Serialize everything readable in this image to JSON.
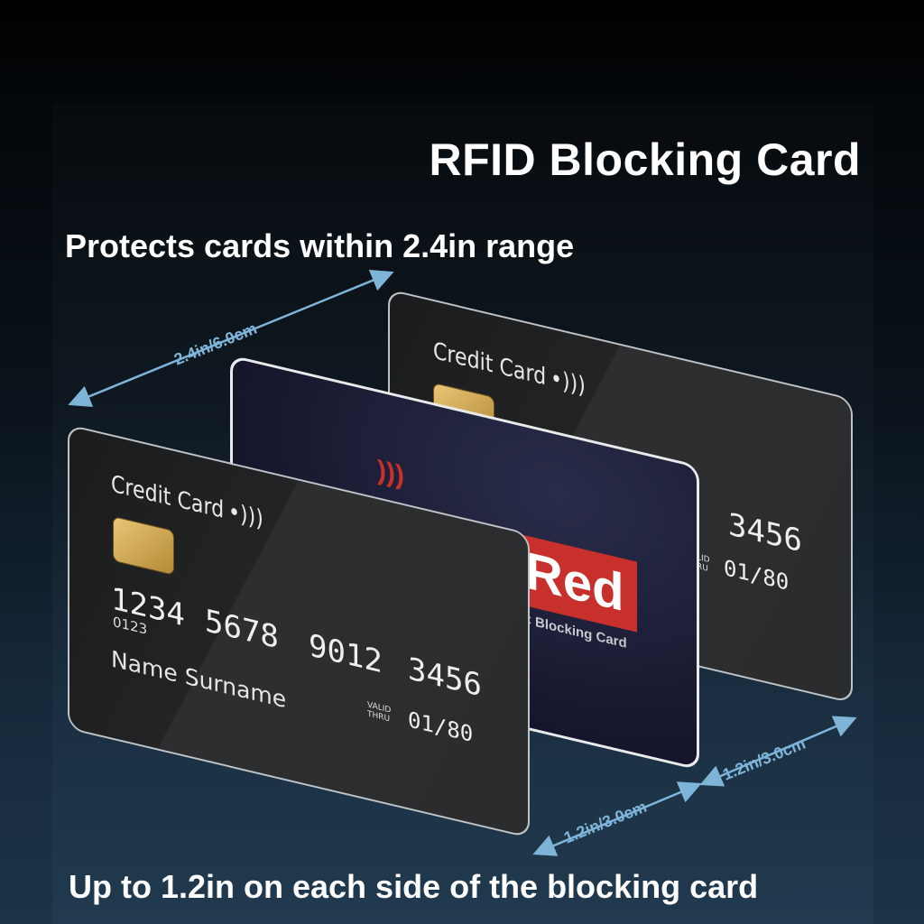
{
  "title": "RFID Blocking Card",
  "subtitle": "Protects cards within 2.4in range",
  "footer": "Up to 1.2in on each side of the blocking card",
  "dimensions": {
    "total": "2.4in/6.0cm",
    "left": "1.2in/3.0cm",
    "right": "1.2in/3.0cm"
  },
  "front_card": {
    "label": "Credit Card",
    "number": [
      "1234",
      "5678",
      "9012",
      "3456"
    ],
    "sub_number": "0123",
    "name": "Name Surname",
    "valid_label": "VALID THRU",
    "expiry": "01/80"
  },
  "middle_card": {
    "brand": "Red",
    "caption": "C Blocking Card"
  },
  "back_card": {
    "label": "Credit Card",
    "number_end": "3456",
    "valid_label": "LID RU",
    "expiry": "01/80"
  },
  "colors": {
    "arrow": "#7fb4d9",
    "brand_red": "#c8302c"
  }
}
